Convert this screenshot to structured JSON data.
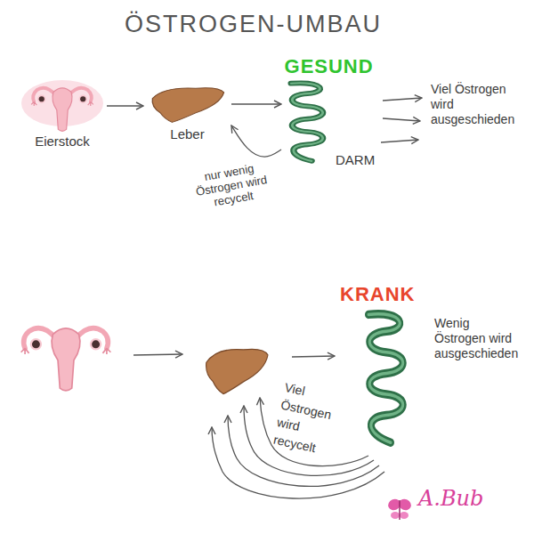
{
  "diagram": {
    "title": "ÖSTROGEN-UMBAU",
    "nodes": [
      {
        "text": [
          "Eierstock"
        ]
      },
      {
        "text": [
          "Leber"
        ]
      },
      {
        "text": [
          "GESUND",
          "DARM"
        ]
      },
      {
        "text": [
          "KRANK"
        ]
      }
    ],
    "edges": [
      {
        "from": 0,
        "to": 1,
        "arrow": "to"
      },
      {
        "from": 1,
        "to": 2,
        "arrow": "to"
      },
      {
        "from": 2,
        "to": 1,
        "label": "nur wenig Östrogen wird recycelt",
        "arrow": "to"
      }
    ],
    "labels": [
      "Viel Östrogen wird ausgeschieden",
      "Wenig Östrogen wird ausgeschieden",
      "Viel Östrogen wird recycelt",
      "A.Bub"
    ]
  }
}
